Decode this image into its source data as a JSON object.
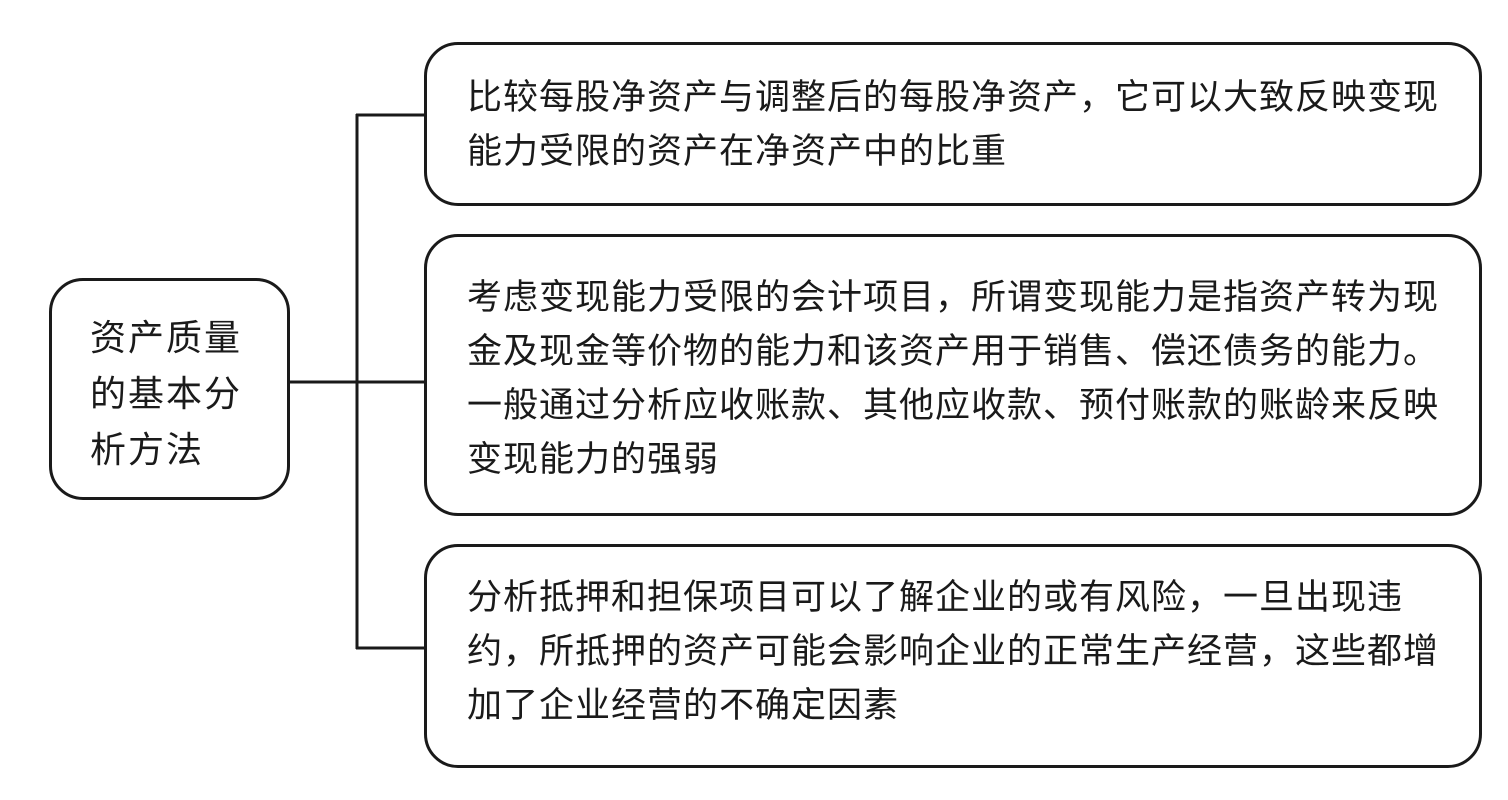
{
  "diagram": {
    "type": "tree",
    "root": {
      "label": "资产质量的基本分析方法"
    },
    "branches": [
      {
        "text": "比较每股净资产与调整后的每股净资产，它可以大致反映变现能力受限的资产在净资产中的比重"
      },
      {
        "text": "考虑变现能力受限的会计项目，所谓变现能力是指资产转为现金及现金等价物的能力和该资产用于销售、偿还债务的能力。一般通过分析应收账款、其他应收款、预付账款的账龄来反映变现能力的强弱"
      },
      {
        "text": "分析抵押和担保项目可以了解企业的或有风险，一旦出现违约，所抵押的资产可能会影响企业的正常生产经营，这些都增加了企业经营的不确定因素"
      }
    ],
    "colors": {
      "stroke": "#1a1a1a",
      "background": "#ffffff",
      "text": "#1a1a1a"
    }
  }
}
